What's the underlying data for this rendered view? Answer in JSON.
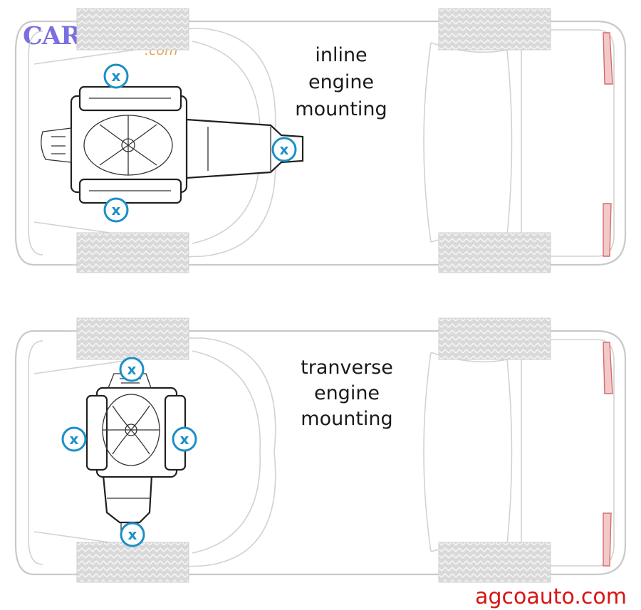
{
  "logo": {
    "main": "CARSYMP",
    "sub": ".com",
    "colors": {
      "main": "#7a6fe0",
      "sub": "#e3a752"
    }
  },
  "diagrams": [
    {
      "id": "inline",
      "label_lines": [
        "inline",
        "engine",
        "mounting"
      ],
      "mount_count": 3
    },
    {
      "id": "transverse",
      "label_lines": [
        "tranverse",
        "engine",
        "mounting"
      ],
      "mount_count": 4
    }
  ],
  "mount_symbol": "x",
  "credit": "agcoauto.com",
  "colors": {
    "mount": "#1a8fc8",
    "credit": "#d81414",
    "car_outline": "#c9c9c9",
    "tail_light": "#d76a6a"
  }
}
